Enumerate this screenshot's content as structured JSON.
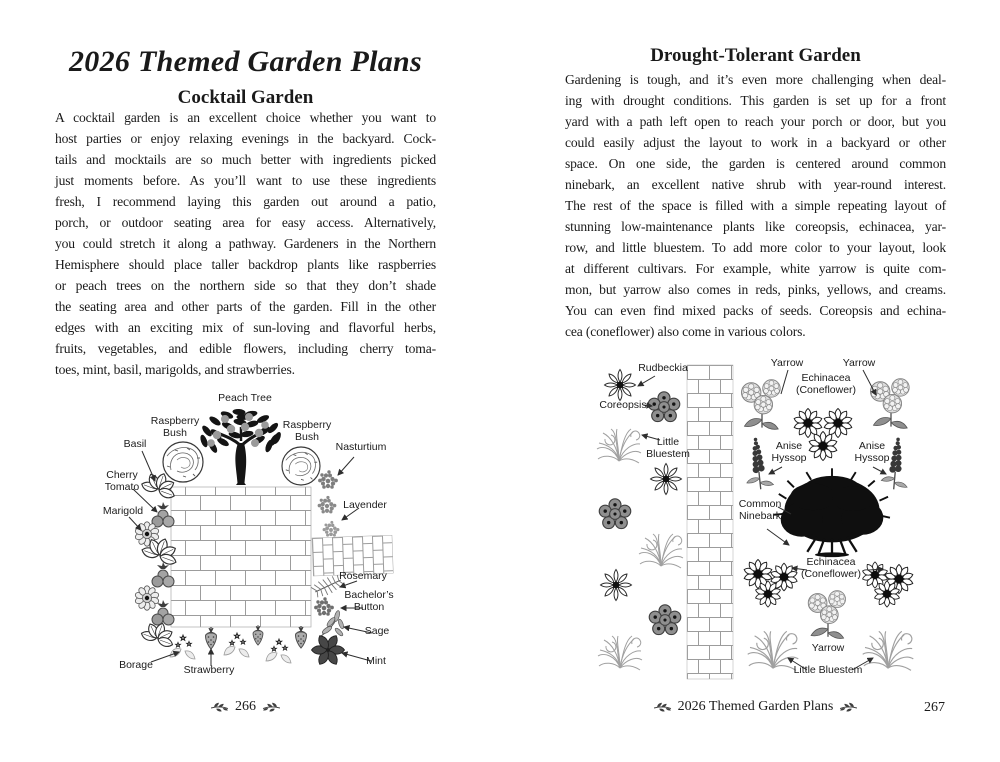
{
  "book": {
    "left_page": {
      "title": "2026 Themed Garden Plans",
      "section_title": "Cocktail Garden",
      "body_lines": [
        "A cocktail garden is an excellent choice whether you want to",
        "host parties or enjoy relaxing evenings in the backyard. Cock-",
        "tails and mocktails are so much better with ingredients picked",
        "just moments before. As you’ll want to use these ingredients",
        "fresh, I recommend laying this garden out around a patio,",
        "porch, or outdoor seating area for easy access. Alternatively,",
        "you could stretch it along a pathway. Gardeners in the Northern",
        "Hemisphere should place taller backdrop plants like raspberries",
        "or peach trees on the northern side so that they don’t shade",
        "the seating area and other parts of the garden. Fill in the other",
        "edges with an exciting mix of sun-loving and flavorful herbs,",
        "fruits, vegetables, and edible flowers, including cherry toma-",
        "toes, mint, basil, marigolds, and strawberries."
      ],
      "footer": {
        "page_number": "266"
      },
      "diagram_labels": {
        "peach_tree": "Peach Tree",
        "raspberry_bush_left": "Raspberry\nBush",
        "raspberry_bush_right": "Raspberry\nBush",
        "basil": "Basil",
        "nasturtium": "Nasturtium",
        "cherry_tomato": "Cherry\nTomato",
        "lavender": "Lavender",
        "marigold": "Marigold",
        "rosemary": "Rosemary",
        "bachelors_button": "Bachelor’s\nButton",
        "sage": "Sage",
        "mint": "Mint",
        "borage": "Borage",
        "strawberry": "Strawberry"
      }
    },
    "right_page": {
      "section_title": "Drought-Tolerant Garden",
      "body_lines": [
        "Gardening is tough, and it’s even more challenging when deal-",
        "ing with drought conditions. This garden is set up for a front",
        "yard with a path left open to reach your porch or door, but you",
        "could easily adjust the layout to work in a backyard or other",
        "space. On one side, the garden is centered around common",
        "ninebark, an excellent native shrub with year-round interest.",
        "The rest of the space is filled with a simple repeating layout of",
        "stunning low-maintenance plants like coreopsis, echinacea, yar-",
        "row, and little bluestem. To add more color to your layout, look",
        "at different cultivars. For example, white yarrow is quite com-",
        "mon, but yarrow also comes in reds, pinks, yellows, and creams.",
        "You can even find mixed packs of seeds. Coreopsis and echina-",
        "cea (coneflower) also come in various colors."
      ],
      "footer": {
        "running_title": "2026 Themed Garden Plans",
        "page_number": "267"
      },
      "diagram_labels": {
        "rudbeckia": "Rudbeckia",
        "coreopsis": "Coreopsis",
        "little_bluestem": "Little\nBluestem",
        "yarrow_top_left": "Yarrow",
        "yarrow_top_right": "Yarrow",
        "echinacea_top": "Echinacea\n(Coneflower)",
        "anise_hyssop_left": "Anise\nHyssop",
        "anise_hyssop_right": "Anise\nHyssop",
        "common_ninebark": "Common\nNinebark",
        "echinacea_bottom": "Echinacea\n(Coneflower)",
        "yarrow_bottom": "Yarrow",
        "little_bluestem_bottom": "Little Bluestem"
      }
    },
    "colors": {
      "ink": "#1a1a1a",
      "label_ink": "#1c1c1c",
      "brick_line": "#9c9c9c",
      "peach_fruit": "#9a9a9a"
    }
  }
}
